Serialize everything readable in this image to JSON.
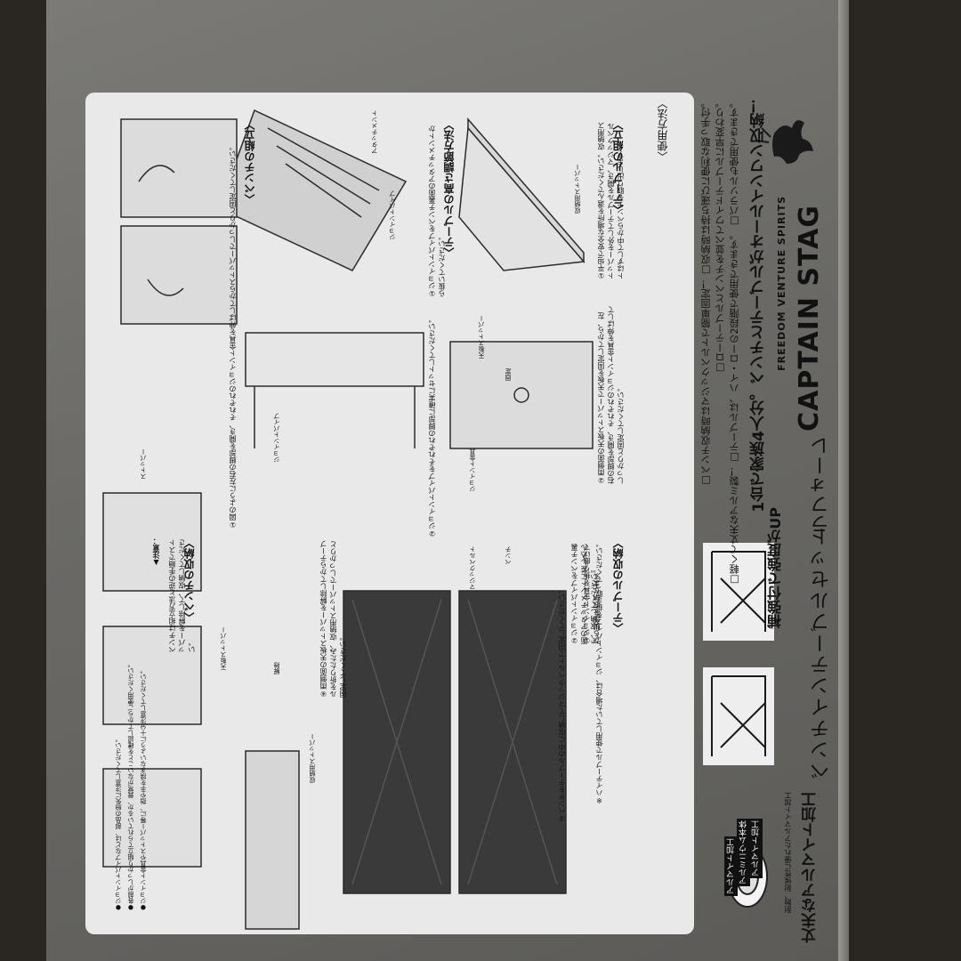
{
  "brand": {
    "name": "CAPTAIN STAG",
    "tagline": "FREEDOM VENTURE SPIRITS"
  },
  "product": {
    "series": "ラフォーレ",
    "name": "ベンチインテーブルセット",
    "headline": "1台で家族4人分。ベンチとテーブルがオールインワン収納！"
  },
  "features": [
    "□軽くて丈夫なアルミ製！ □テーブルは、ハイ・ローの2段階で使用できます。 □パラソルも使用できます。",
    "□ローテーブルとベンチを並べてワイドテーブルに早変わり。",
    "□ベンチ収納時はマジックベルトで簡単固定！ □収納時は持ち運びに便利な取っ手付。"
  ],
  "right_panel": {
    "reinforced": "補強付で強度がUP",
    "alumite_title": "丈夫なアルマイト加工",
    "alumite_note": "耐蝕、耐候性に優れたアルマイト加工",
    "label_alumite_1": "アルマイト加工",
    "label_body": "アルミニウム本体",
    "label_alumite_2": "アルマイト加工"
  },
  "usage_title": "〈使用方法〉",
  "sections": {
    "table_assembly": {
      "title": "〈テーブルの組立〉",
      "step1": "①平坦で安全な場所を選んでください。収納用ストッパーを外してテーブルを開き、マジックベルトはずして中からベンチを取り出します。",
      "step2": "②両側面の天板ストッパーで天板を固定してから、左右の脚部を開き、それぞれのジョイント金具を伸ばしてしっかりと固定してください。"
    },
    "table_height": {
      "title": "〈テーブルの高さ調節方法〉",
      "step1": "①ジョイントパイプをベンチ裏面のアタッチメントから抜いてください。",
      "step2": "②ジョイントパイプをそれぞれの脚部に確実にセットしてください。"
    },
    "bench_assembly": {
      "title": "〈ベンチの組立〉",
      "step1": "①図のように左右の脚部を開き、それぞれのジョイント金具を伸ばしてからストッパーでしっかりと固定してください。"
    },
    "table_storage": {
      "title": "〈テーブルの収納〉",
      "note": "※ハイテーブルで使用していた場合は、ジョイントパイプを抜き取ってください。",
      "step1": "①ジョイント金具を折り曲げてから脚部を収納します。",
      "step2": "②ジョイントパイプをベンチ裏面のアタッチメントに差し込んで、収納してください。",
      "step3": "③ベンチをテーブルの中に収納してマジックベルトで固定してください。",
      "step4": "④両側面の天板ストッパーを解除してからテーブルを折りたたみ、収納用ストッパーでしっかりと固定してください。"
    },
    "bench_storage": {
      "title": "〈ベンチの収納〉",
      "text": "ベンチは組立方法と逆の手順でストッパーを解除して、収納してください。",
      "caution_title": "▲注意：",
      "caution_1": "●ジョイント金具やストッパー等に、指や手を挟まないように十分注意してください。",
      "caution_2": "●各部がしっかり組立てられているか、異常がないことを確認してからご使用ください。",
      "caution_3": "●ジョイントパイプなどは、部品の紛失に注意してください。"
    }
  },
  "diagram_labels": {
    "storage_stopper": "収納用ストッパー",
    "attachment": "アタッチメント",
    "joint_pipe": "ジョイントパイプ",
    "joint_pipe_2": "ジョイントパイプ",
    "top_stopper": "天板ストッパー",
    "fix": "固定",
    "joint_fitting": "ジョイント金具",
    "stopper": "ストッパー",
    "bench": "ベンチ",
    "magic_belt": "マジックベルト",
    "release": "解除",
    "top_stopper_2": "天板ストッパー",
    "storage_stopper_2": "収納用ストッパー"
  }
}
